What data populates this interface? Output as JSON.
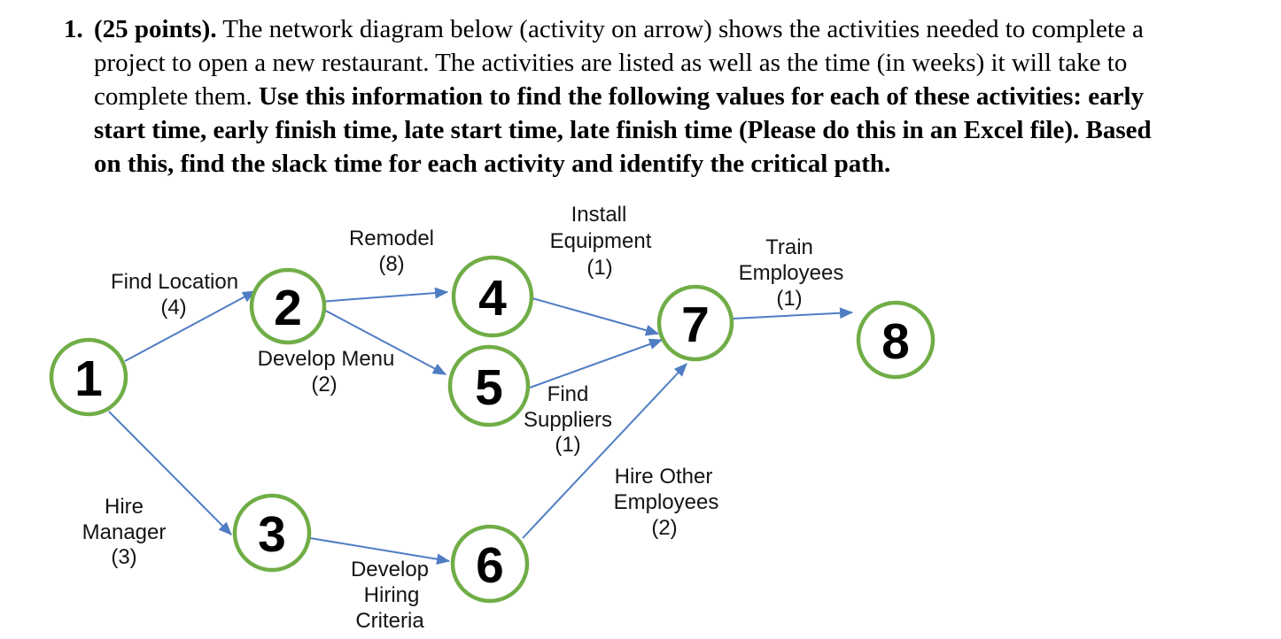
{
  "problem": {
    "number": "1.",
    "line1_bold": "(25 points).",
    "line1_normal": " The network diagram below (activity on arrow) shows the activities needed to complete a",
    "line2_normal": "project to open a new restaurant. The activities are listed as well as the time (in weeks) it will take to",
    "line3_normal": "complete them. ",
    "line3_bold": "Use this information to find the following values for each of these activities: early",
    "line4_bold": "start time, early finish time, late start time, late finish time (Please do this in an Excel file). Based",
    "line5_bold": "on this, find the slack time for each activity and identify the critical path."
  },
  "diagram": {
    "type": "activity-on-arrow network",
    "colors": {
      "node_stroke": "#70AD47",
      "node_fill": "#ffffff",
      "arrow": "#4f7dc3",
      "label_text": "#141414"
    },
    "nodes": [
      {
        "id": "1"
      },
      {
        "id": "2"
      },
      {
        "id": "3"
      },
      {
        "id": "4"
      },
      {
        "id": "5"
      },
      {
        "id": "6"
      },
      {
        "id": "7"
      },
      {
        "id": "8"
      }
    ],
    "edges": [
      {
        "from": "1",
        "to": "2",
        "activity": "Find Location",
        "duration_weeks": 4,
        "label_lines": [
          "Find Location",
          "(4)"
        ]
      },
      {
        "from": "1",
        "to": "3",
        "activity": "Hire Manager",
        "duration_weeks": 3,
        "label_lines": [
          "Hire",
          "Manager",
          "(3)"
        ]
      },
      {
        "from": "2",
        "to": "4",
        "activity": "Remodel",
        "duration_weeks": 8,
        "label_lines": [
          "Remodel",
          "(8)"
        ]
      },
      {
        "from": "2",
        "to": "5",
        "activity": "Develop Menu",
        "duration_weeks": 2,
        "label_lines": [
          "Develop Menu",
          "(2)"
        ]
      },
      {
        "from": "4",
        "to": "7",
        "activity": "Install Equipment",
        "duration_weeks": 1,
        "label_lines": [
          "Install",
          "Equipment",
          "(1)"
        ]
      },
      {
        "from": "5",
        "to": "7",
        "activity": "Find Suppliers",
        "duration_weeks": 1,
        "label_lines": [
          "Find",
          "Suppliers",
          "(1)"
        ]
      },
      {
        "from": "3",
        "to": "6",
        "activity": "Develop Hiring Criteria",
        "duration_weeks": null,
        "label_lines": [
          "Develop",
          "Hiring",
          "Criteria"
        ]
      },
      {
        "from": "6",
        "to": "7",
        "activity": "Hire Other Employees",
        "duration_weeks": 2,
        "label_lines": [
          "Hire Other",
          "Employees",
          "(2)"
        ]
      },
      {
        "from": "7",
        "to": "8",
        "activity": "Train Employees",
        "duration_weeks": 1,
        "label_lines": [
          "Train",
          "Employees",
          "(1)"
        ]
      }
    ]
  }
}
